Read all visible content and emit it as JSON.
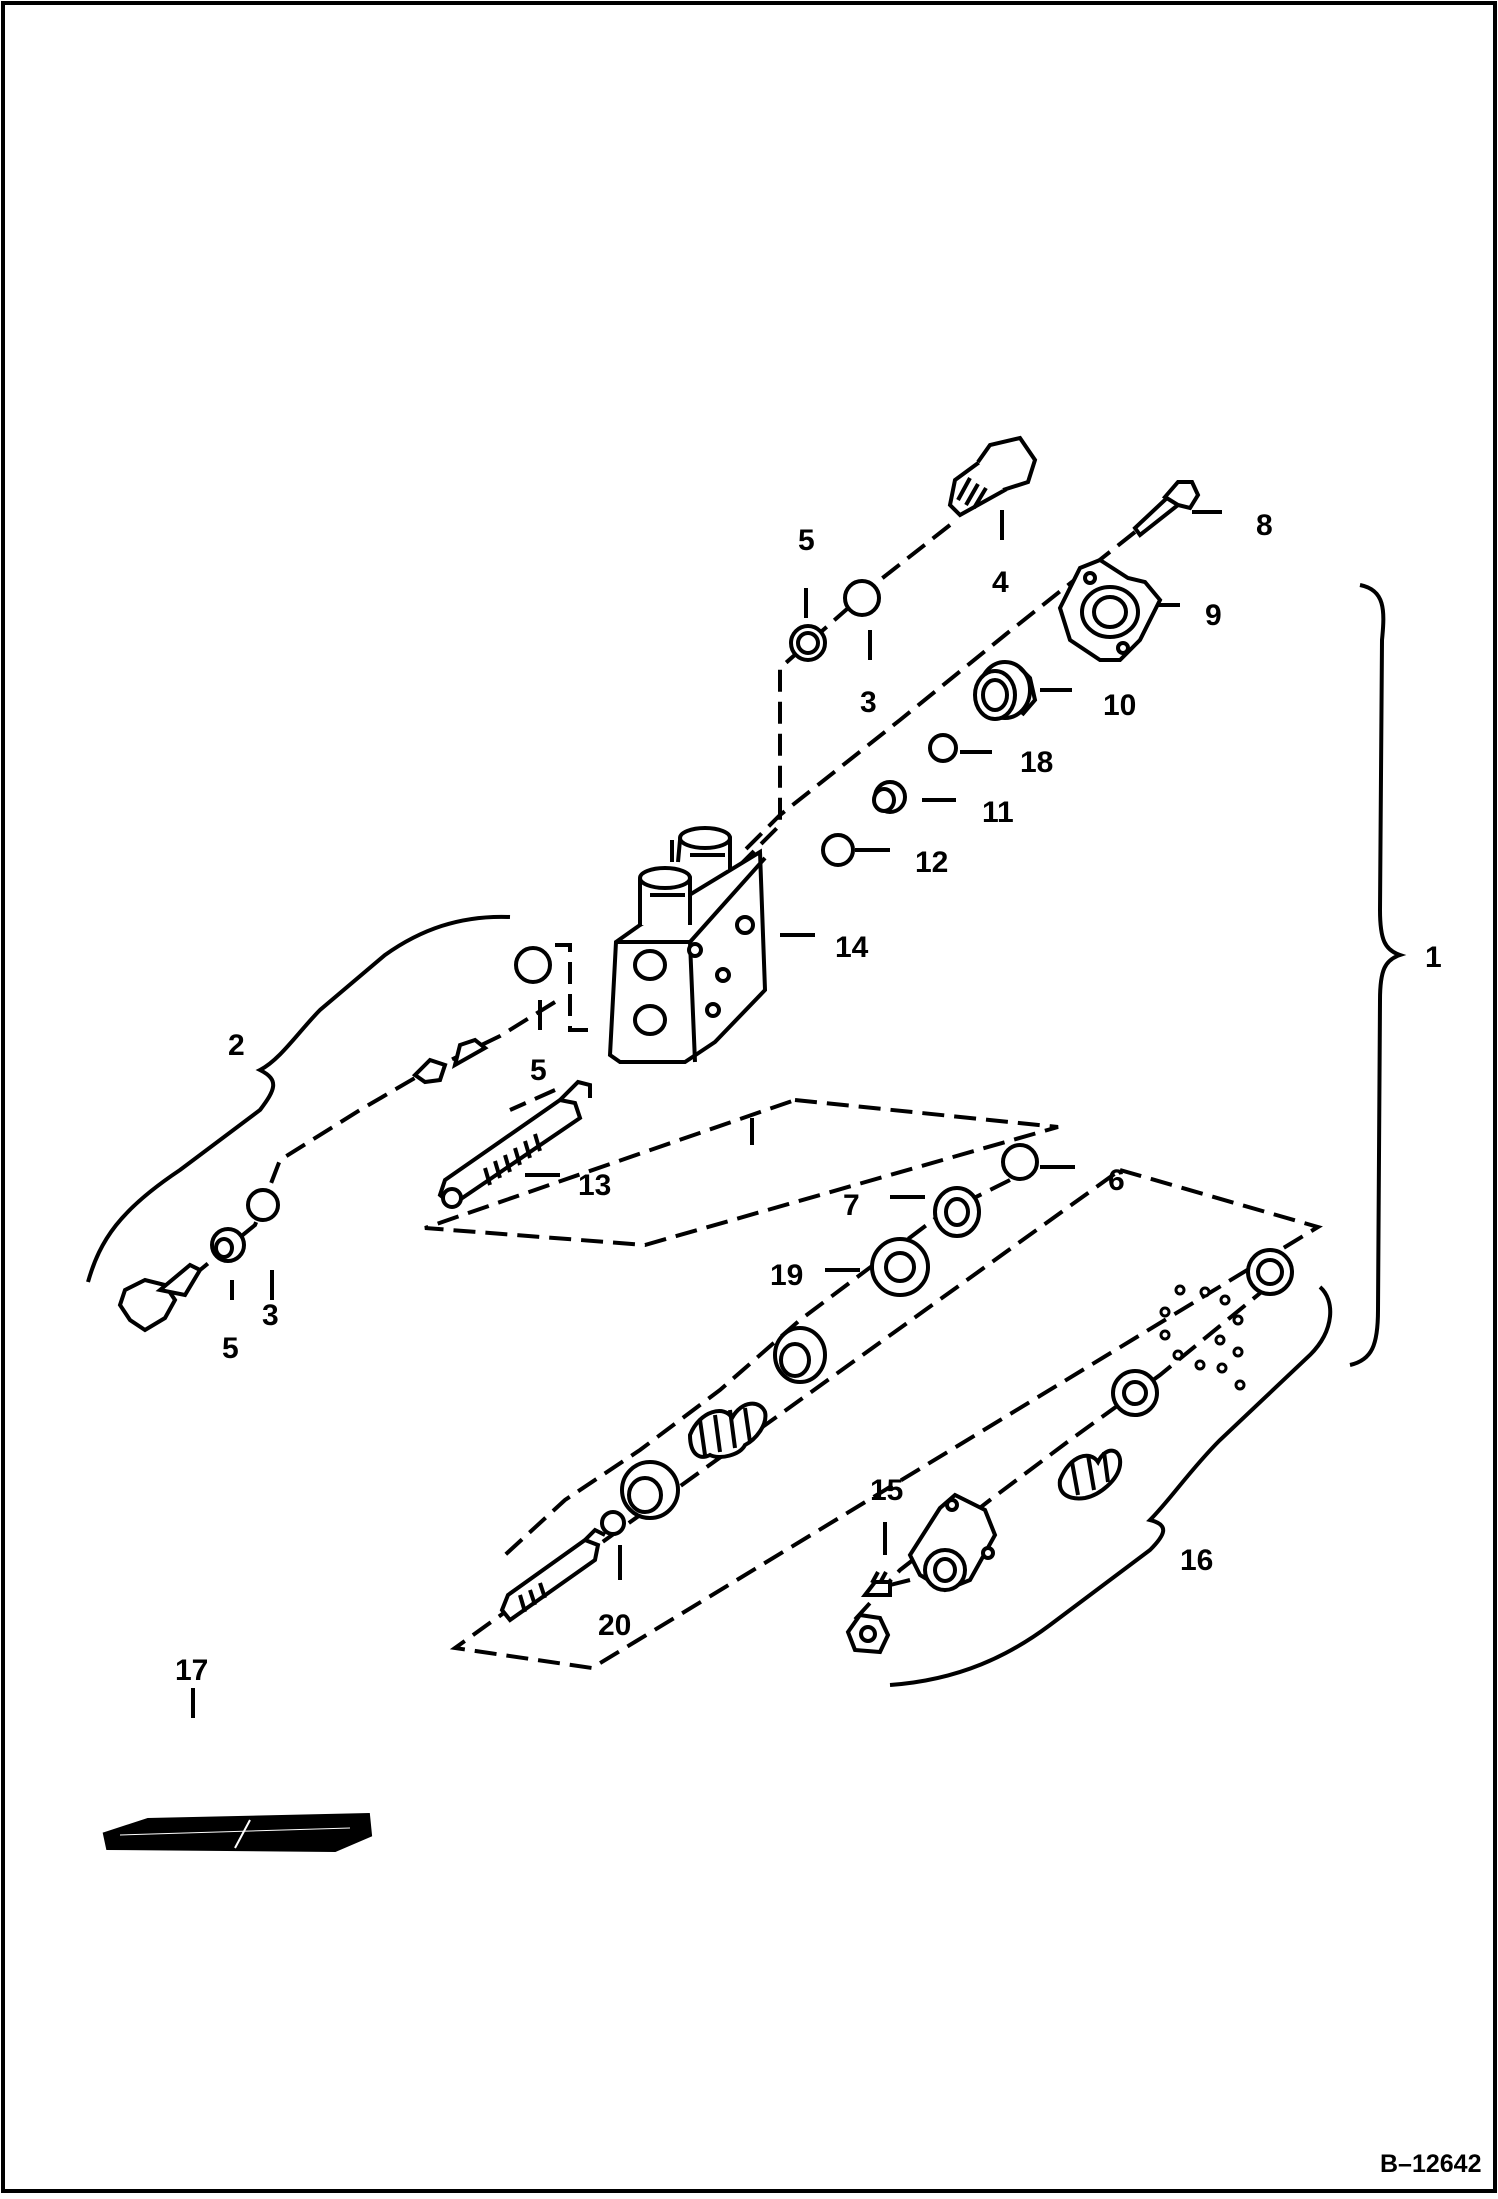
{
  "drawing": {
    "ref_number": "B–12642",
    "callouts": {
      "c1": "1",
      "c2": "2",
      "c3a": "3",
      "c3b": "3",
      "c4": "4",
      "c5a": "5",
      "c5b": "5",
      "c5c": "5",
      "c6": "6",
      "c7": "7",
      "c8": "8",
      "c9": "9",
      "c10": "10",
      "c11": "11",
      "c12": "12",
      "c13": "13",
      "c14": "14",
      "c15": "15",
      "c16": "16",
      "c17": "17",
      "c18": "18",
      "c19": "19",
      "c20": "20"
    }
  }
}
